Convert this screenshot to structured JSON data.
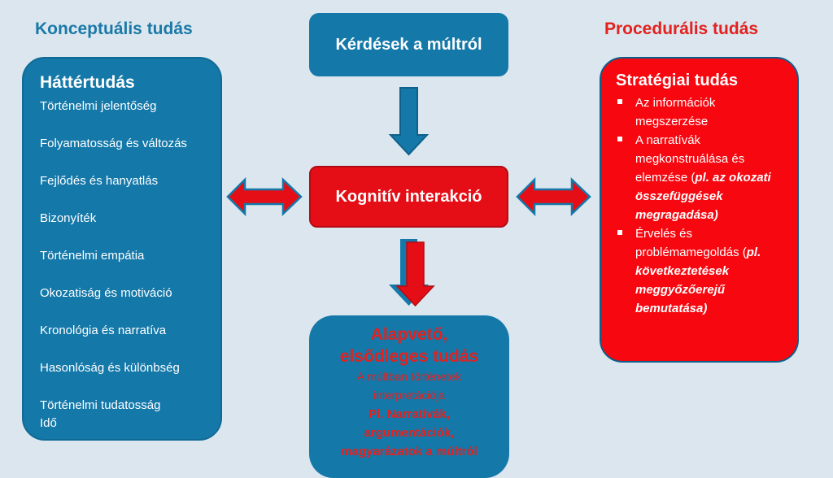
{
  "headings": {
    "left": "Konceptuális tudás",
    "right": "Procedurális tudás"
  },
  "left_box": {
    "title": "Háttértudás",
    "items": [
      "Történelmi jelentőség",
      "Folyamatosság és változás",
      "Fejlődés és hanyatlás",
      "Bizonyíték",
      "Történelmi empátia",
      "Okozatiság és motiváció",
      "Kronológia és narratíva",
      "Hasonlóság és különbség",
      "Történelmi tudatosság",
      "Idő"
    ]
  },
  "top_box": {
    "label": "Kérdések a múltról"
  },
  "center_box": {
    "label": "Kognitív interakció"
  },
  "bottom_box": {
    "title_line1": "Alapvető,",
    "title_line2": "elsődleges tudás",
    "sub_line1": "A múltban történetek",
    "sub_line2": "interpretációja",
    "bold_line1": "Pl. Narratívák,",
    "bold_line2": "argumentációk,",
    "bold_line3": "magyarázatok a múltról"
  },
  "right_box": {
    "title": "Stratégiai tudás",
    "item1": "Az információk megszerzése",
    "item2_text": "A narratívák megkonstruálása és elemzése (",
    "item2_em": "pl. az okozati összefüggések megragadása)",
    "item3_text": "Érvelés és problémamegoldás (",
    "item3_em": "pl. következtetések meggyőzőerejű bemutatása)"
  },
  "colors": {
    "background": "#dbe6ee",
    "blue": "#1478a9",
    "red": "#e50e16"
  }
}
